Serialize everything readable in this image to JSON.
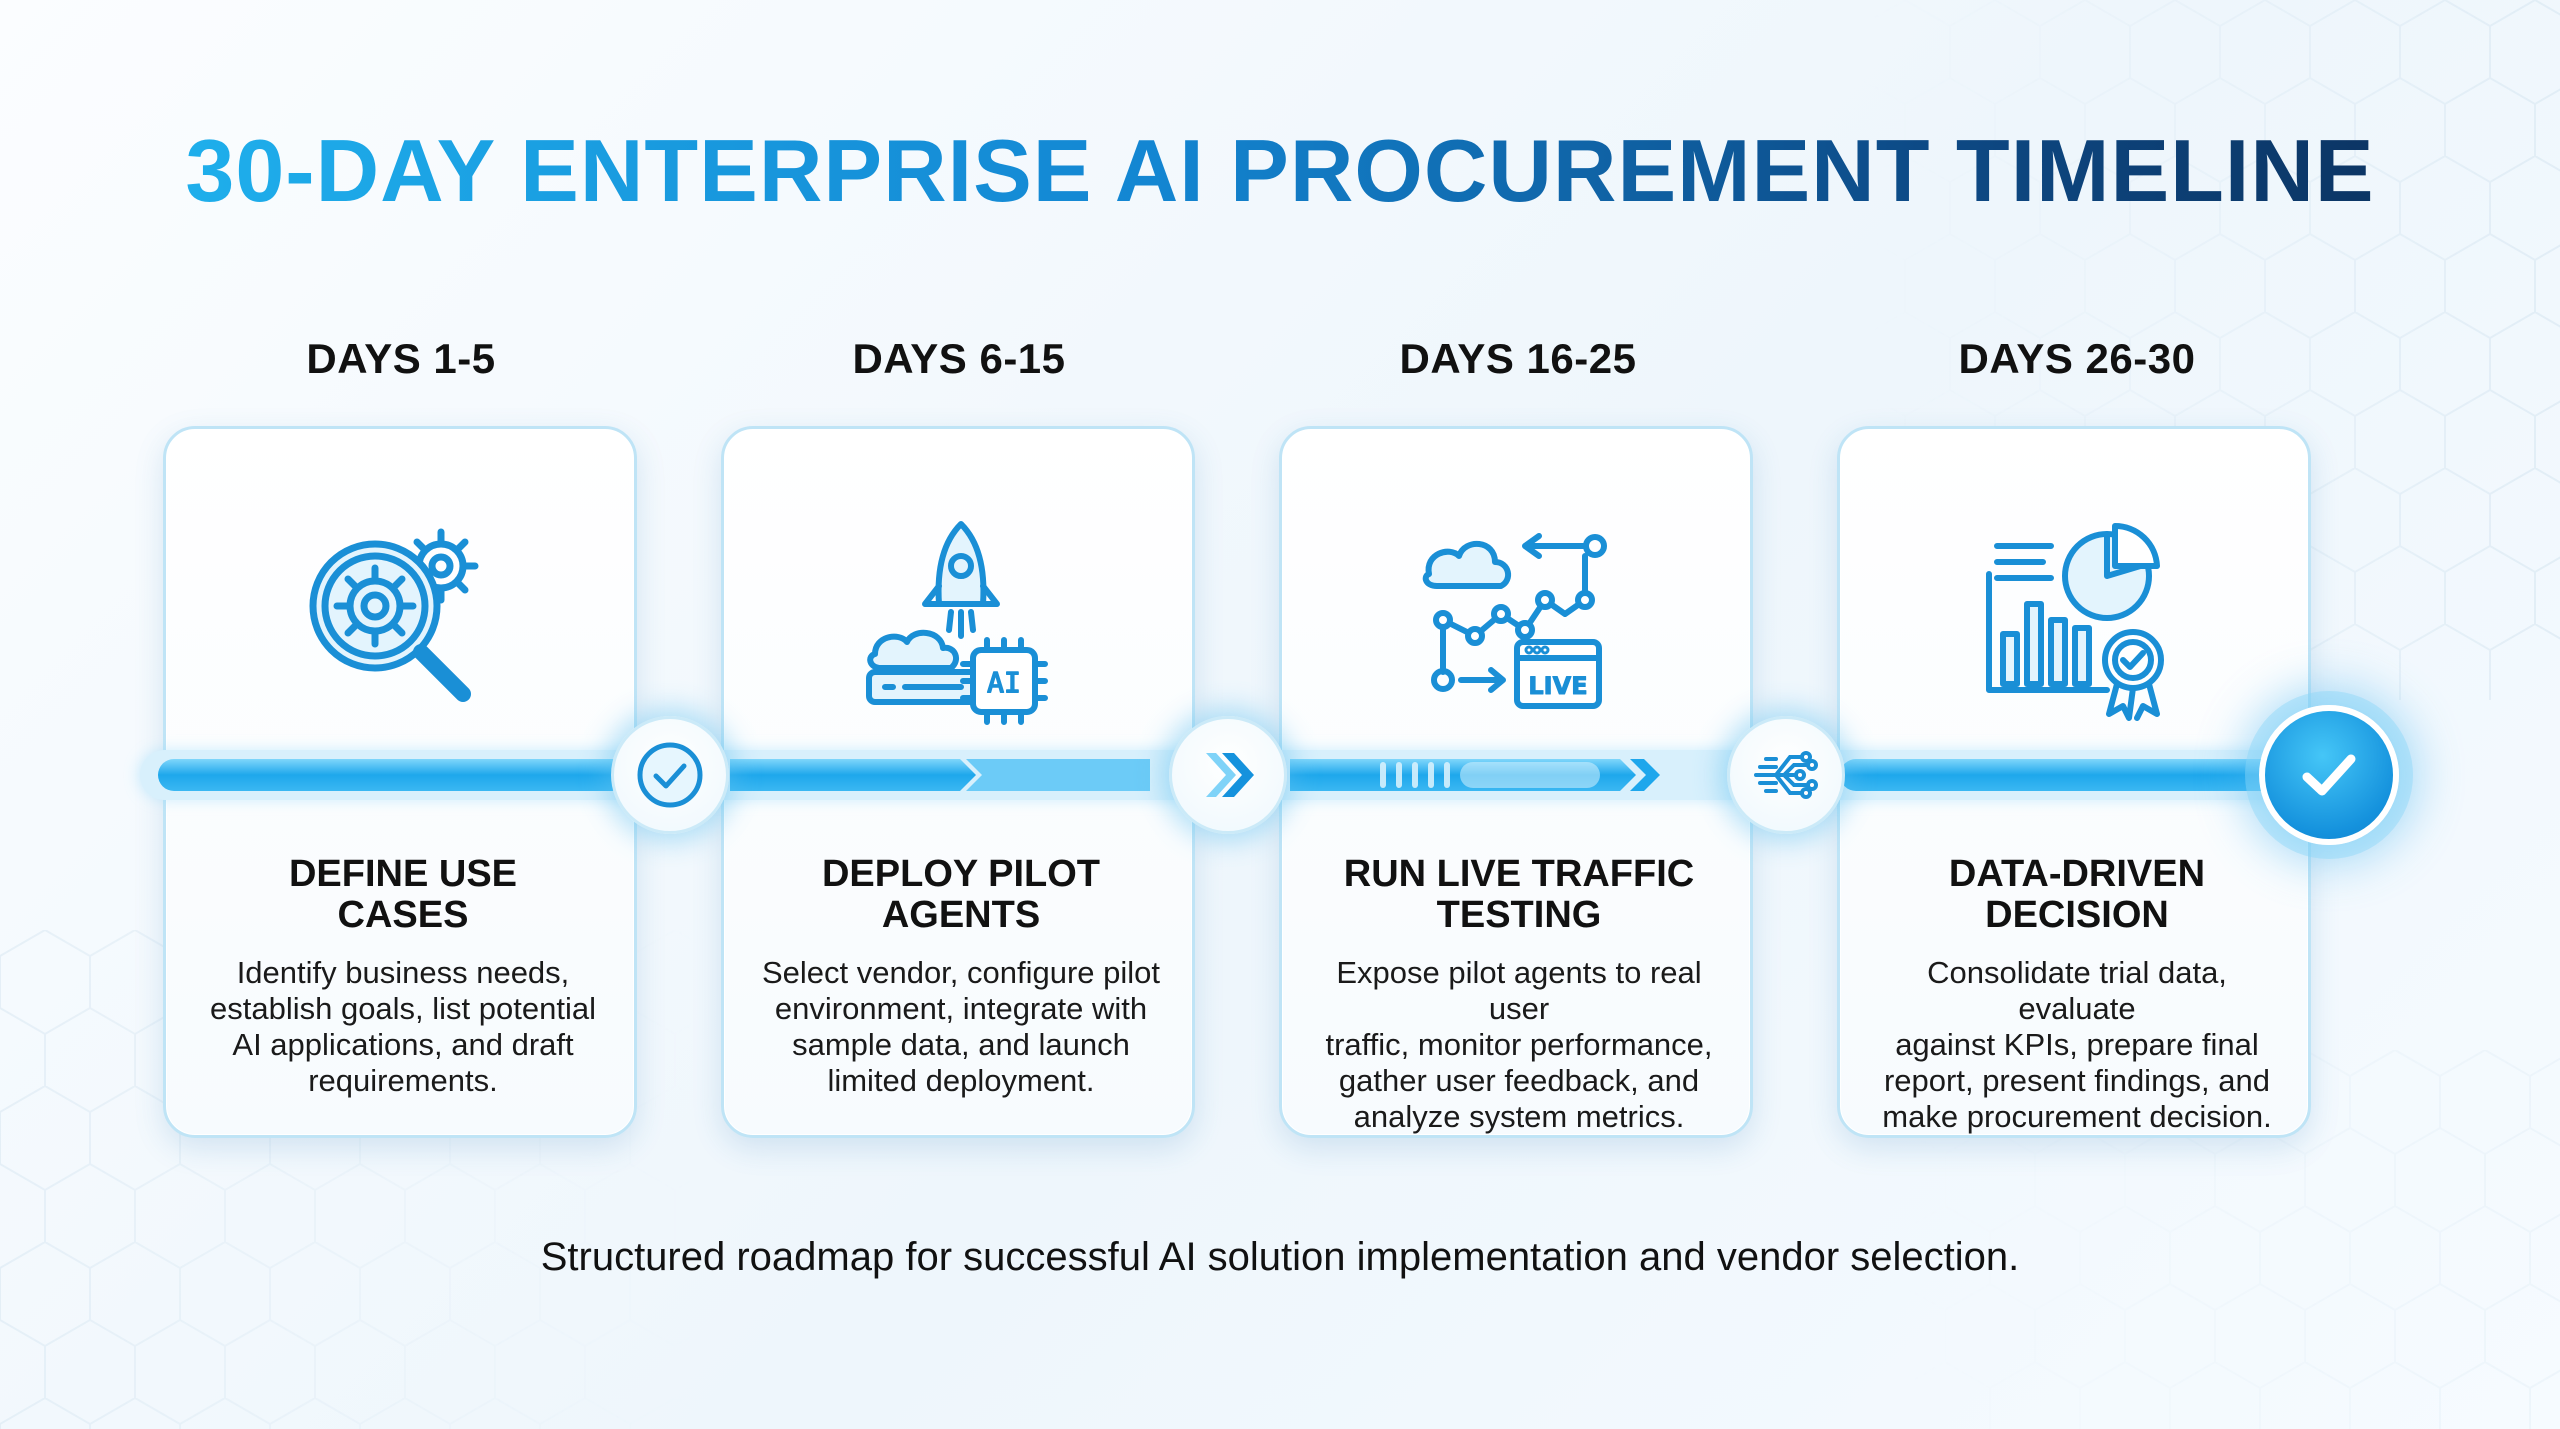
{
  "title": "30-DAY ENTERPRISE AI PROCUREMENT TIMELINE",
  "footer": "Structured roadmap for successful AI solution implementation and vendor selection.",
  "colors": {
    "accent_light": "#21b6f0",
    "accent": "#1592dd",
    "accent_dark": "#0c2d57",
    "card_border": "#bfe4f6"
  },
  "phases": [
    {
      "days": "DAYS 1-5",
      "title_line1": "DEFINE USE",
      "title_line2": "CASES",
      "desc": [
        "Identify business needs,",
        "establish goals, list potential",
        "AI applications, and draft",
        "requirements."
      ],
      "icon": "magnifier-gear-icon",
      "node_icon": "check-circle-icon"
    },
    {
      "days": "DAYS 6-15",
      "title_line1": "DEPLOY PILOT",
      "title_line2": "AGENTS",
      "desc": [
        "Select vendor, configure pilot",
        "environment, integrate with",
        "sample data, and launch",
        "limited deployment."
      ],
      "icon": "rocket-ai-chip-icon",
      "icon_text": "AI",
      "node_icon": "double-chevron-right-icon"
    },
    {
      "days": "DAYS 16-25",
      "title_line1": "RUN LIVE TRAFFIC",
      "title_line2": "TESTING",
      "desc": [
        "Expose pilot agents to real user",
        "traffic, monitor performance,",
        "gather user feedback, and",
        "analyze system metrics."
      ],
      "icon": "cloud-traffic-live-icon",
      "icon_text": "LIVE",
      "node_icon": "network-circuit-icon"
    },
    {
      "days": "DAYS 26-30",
      "title_line1": "DATA-DRIVEN",
      "title_line2": "DECISION",
      "desc": [
        "Consolidate trial data, evaluate",
        "against KPIs, prepare final",
        "report, present findings, and",
        "make procurement decision."
      ],
      "icon": "report-chart-badge-icon",
      "node_icon": "check-icon"
    }
  ]
}
